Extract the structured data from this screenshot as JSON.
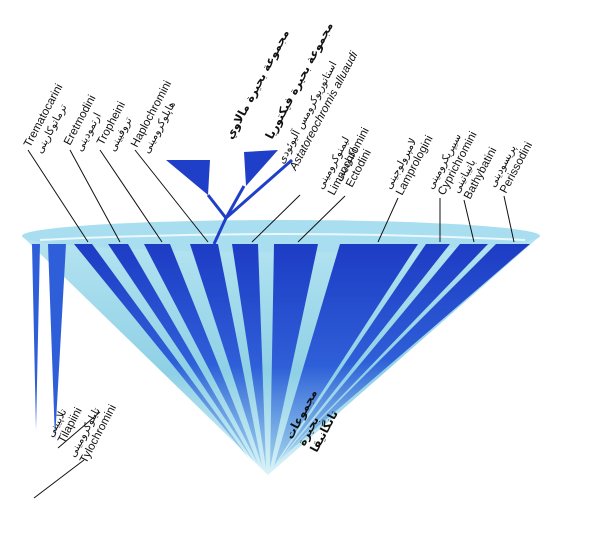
{
  "colors": {
    "deep_blue": "#1f3fc8",
    "mid_blue": "#2f63dc",
    "light_cyan": "#9fd8ea",
    "pale_cyan": "#cdeef6",
    "ink": "#111111"
  },
  "tribes": [
    {
      "latin": "Trematocarini",
      "arabic": "ترماتوکارینی"
    },
    {
      "latin": "Eretmodini",
      "arabic": "ارتمودینی"
    },
    {
      "latin": "Tropheini",
      "arabic": "تروفیینی"
    },
    {
      "latin": "Haplochromini",
      "arabic": "هاپلوکرومینی"
    },
    {
      "latin": "Astatoreochromis alluaudi",
      "arabic": "استاتوریوکرومس آلیوئودی"
    },
    {
      "latin": "Limnochromini",
      "arabic": "لیمنوکرومینی"
    },
    {
      "latin": "Ectodini",
      "arabic": "اکتودینی"
    },
    {
      "latin": "Lamprologini",
      "arabic": "لامپرولوجینی"
    },
    {
      "latin": "Cyprichromini",
      "arabic": "سیپریکرومینی"
    },
    {
      "latin": "Bathybatini",
      "arabic": "باتیباتینی"
    },
    {
      "latin": "Perissodini",
      "arabic": "پریسودینی"
    }
  ],
  "outside": [
    {
      "latin": "Tilapiini",
      "arabic": "تلاپیینی"
    },
    {
      "latin": "Tylochromini",
      "arabic": "تایلوکرومینی"
    }
  ],
  "groups": {
    "malawi": "مجموعة بحيرة مالاوي",
    "victoria": "مجموعة بحيرة فيكتوريا",
    "tanganyika": [
      "مجموعات",
      "بحيرة",
      "تانگانيقا"
    ]
  }
}
